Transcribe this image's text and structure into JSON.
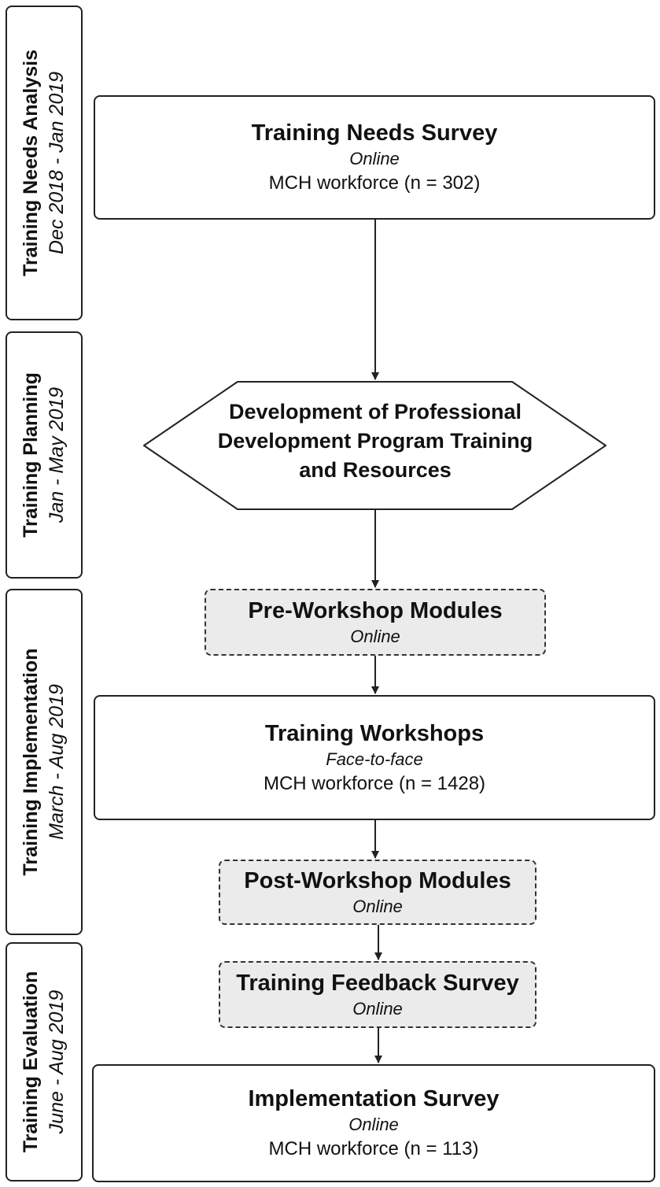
{
  "phases": [
    {
      "title": "Training Needs Analysis",
      "dates": "Dec 2018 - Jan 2019"
    },
    {
      "title": "Training Planning",
      "dates": "Jan - May 2019"
    },
    {
      "title": "Training Implementation",
      "dates": "March - Aug 2019"
    },
    {
      "title": "Training Evaluation",
      "dates": "June - Aug 2019"
    }
  ],
  "steps": {
    "needs_survey": {
      "title": "Training Needs Survey",
      "mode": "Online",
      "note": "MCH workforce (n = 302)"
    },
    "development": {
      "lines": [
        "Development of Professional",
        "Development Program Training",
        "and Resources"
      ]
    },
    "pre_workshop": {
      "title": "Pre-Workshop Modules",
      "mode": "Online"
    },
    "workshops": {
      "title": "Training Workshops",
      "mode": "Face-to-face",
      "note": "MCH workforce (n = 1428)"
    },
    "post_workshop": {
      "title": "Post-Workshop Modules",
      "mode": "Online"
    },
    "feedback_survey": {
      "title": "Training Feedback Survey",
      "mode": "Online"
    },
    "implementation_survey": {
      "title": "Implementation Survey",
      "mode": "Online",
      "note": "MCH workforce (n = 113)"
    }
  }
}
